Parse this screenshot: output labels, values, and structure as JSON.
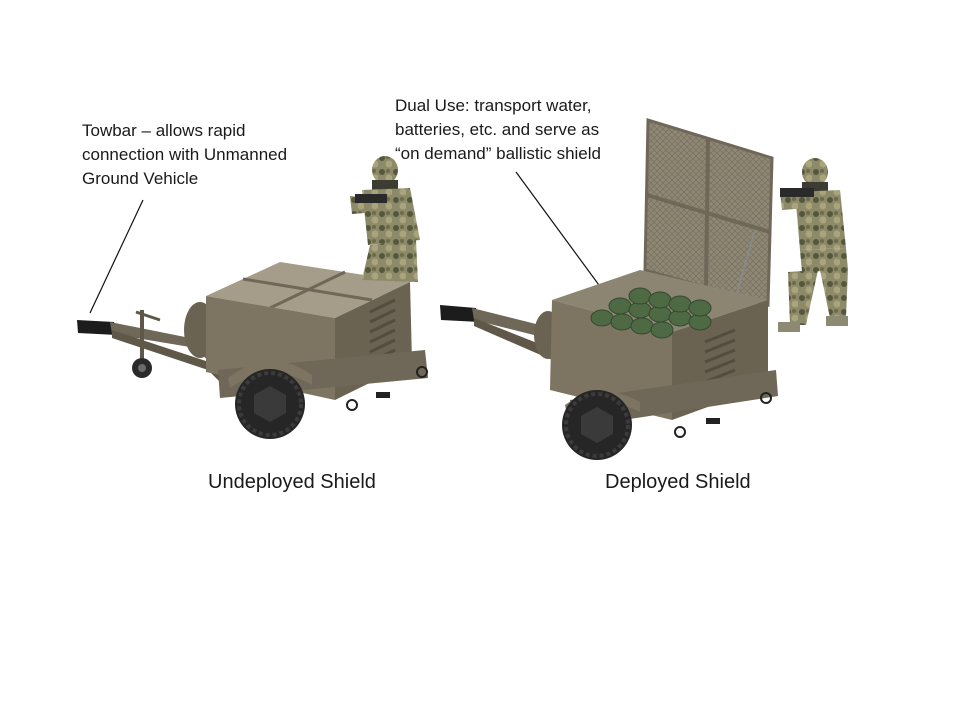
{
  "annotations": {
    "towbar": {
      "lines": [
        "Towbar – allows rapid",
        "connection with Unmanned",
        "Ground Vehicle"
      ]
    },
    "dual_use": {
      "lines": [
        "Dual Use: transport water,",
        "batteries, etc. and serve as",
        "“on demand”  ballistic shield"
      ]
    }
  },
  "captions": {
    "undeployed": "Undeployed Shield",
    "deployed": "Deployed Shield"
  },
  "colors": {
    "trailer_body": "#7d7462",
    "trailer_dark": "#5f5748",
    "panel": "#a59d8a",
    "tire": "#262626",
    "camo_base": "#8c8a68",
    "camo_dark": "#55573c",
    "canister": "#4e6a45"
  }
}
